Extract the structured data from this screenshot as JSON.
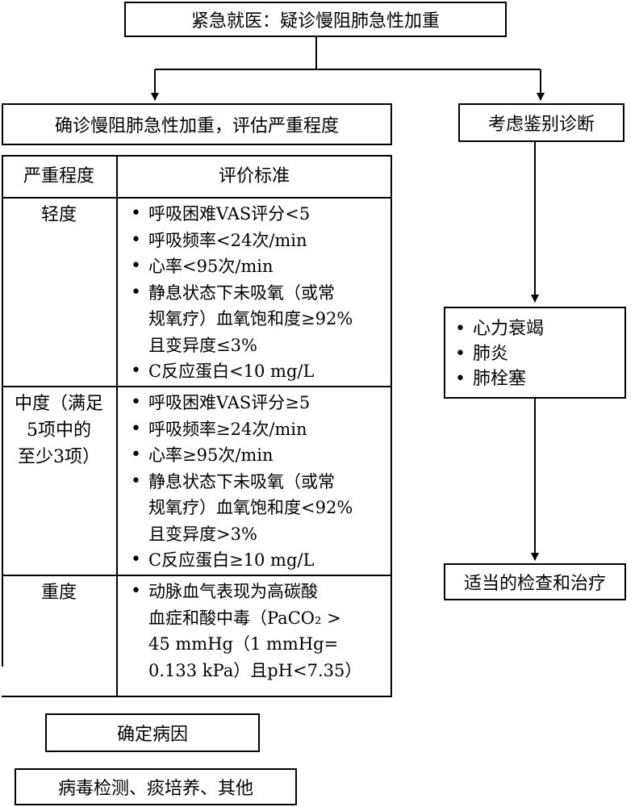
{
  "top_box": "紧急就医：疑诊慢阻肺急性加重",
  "left_box": "确诊慢阻肺急性加重，评估严重程度",
  "right_box": "考虑鉴别诊断",
  "differential": [
    "心力衰竭",
    "肺炎",
    "肺栓塞"
  ],
  "treatment_box": "适当的检查和治疗",
  "table": {
    "headers": [
      "严重程度",
      "评价标准"
    ],
    "rows": [
      {
        "level": [
          "轻度"
        ],
        "criteria": [
          [
            "呼吸困难VAS评分<5"
          ],
          [
            "呼吸频率<24次/min"
          ],
          [
            "心率<95次/min"
          ],
          [
            "静息状态下未吸氧（或常",
            "规氧疗）血氧饱和度≥92%",
            "且变异度≤3%"
          ],
          [
            "C反应蛋白<10 mg/L"
          ]
        ]
      },
      {
        "level": [
          "中度（满足",
          "5项中的",
          "至少3项）"
        ],
        "criteria": [
          [
            "呼吸困难VAS评分≥5"
          ],
          [
            "呼吸频率≥24次/min"
          ],
          [
            "心率≥95次/min"
          ],
          [
            "静息状态下未吸氧（或常",
            "规氧疗）血氧饱和度<92%",
            "且变异度>3%"
          ],
          [
            "C反应蛋白≥10 mg/L"
          ]
        ]
      },
      {
        "level": [
          "重度"
        ],
        "criteria": [
          [
            "动脉血气表现为高碳酸",
            "血症和酸中毒（PaCO₂ >",
            "45 mmHg（1 mmHg=",
            "0.133 kPa）且pH<7.35）"
          ]
        ]
      }
    ]
  },
  "cause_box": "确定病因",
  "tests_box": "病毒检测、痰培养、其他"
}
